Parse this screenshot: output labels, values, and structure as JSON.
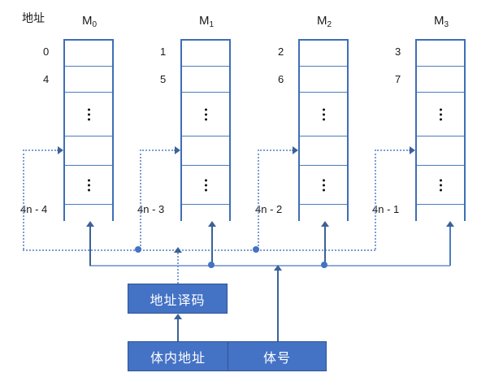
{
  "diagram": {
    "title_label": "地址",
    "banks": [
      {
        "name": "M",
        "index": "0",
        "addresses": [
          "0",
          "4",
          "4n - 4"
        ],
        "rows": [
          "",
          "",
          "dots",
          "",
          "dots",
          ""
        ]
      },
      {
        "name": "M",
        "index": "1",
        "addresses": [
          "1",
          "5",
          "4n - 3"
        ],
        "rows": [
          "",
          "",
          "dots",
          "",
          "dots",
          ""
        ]
      },
      {
        "name": "M",
        "index": "2",
        "addresses": [
          "2",
          "6",
          "4n - 2"
        ],
        "rows": [
          "",
          "",
          "dots",
          "",
          "dots",
          ""
        ]
      },
      {
        "name": "M",
        "index": "3",
        "addresses": [
          "3",
          "7",
          "4n - 1"
        ],
        "rows": [
          "",
          "",
          "dots",
          "",
          "dots",
          ""
        ]
      }
    ],
    "boxes": {
      "decoder": "地址译码",
      "intra_bank_address": "体内地址",
      "bank_number": "体号"
    },
    "colors": {
      "box_fill": "#4472C4",
      "box_border": "#2F5496",
      "bank_border": "#3F6EB5",
      "solid_bus": "#8FAADC",
      "dotted_bus": "#7C9ED4",
      "node": "#4472C4"
    }
  }
}
